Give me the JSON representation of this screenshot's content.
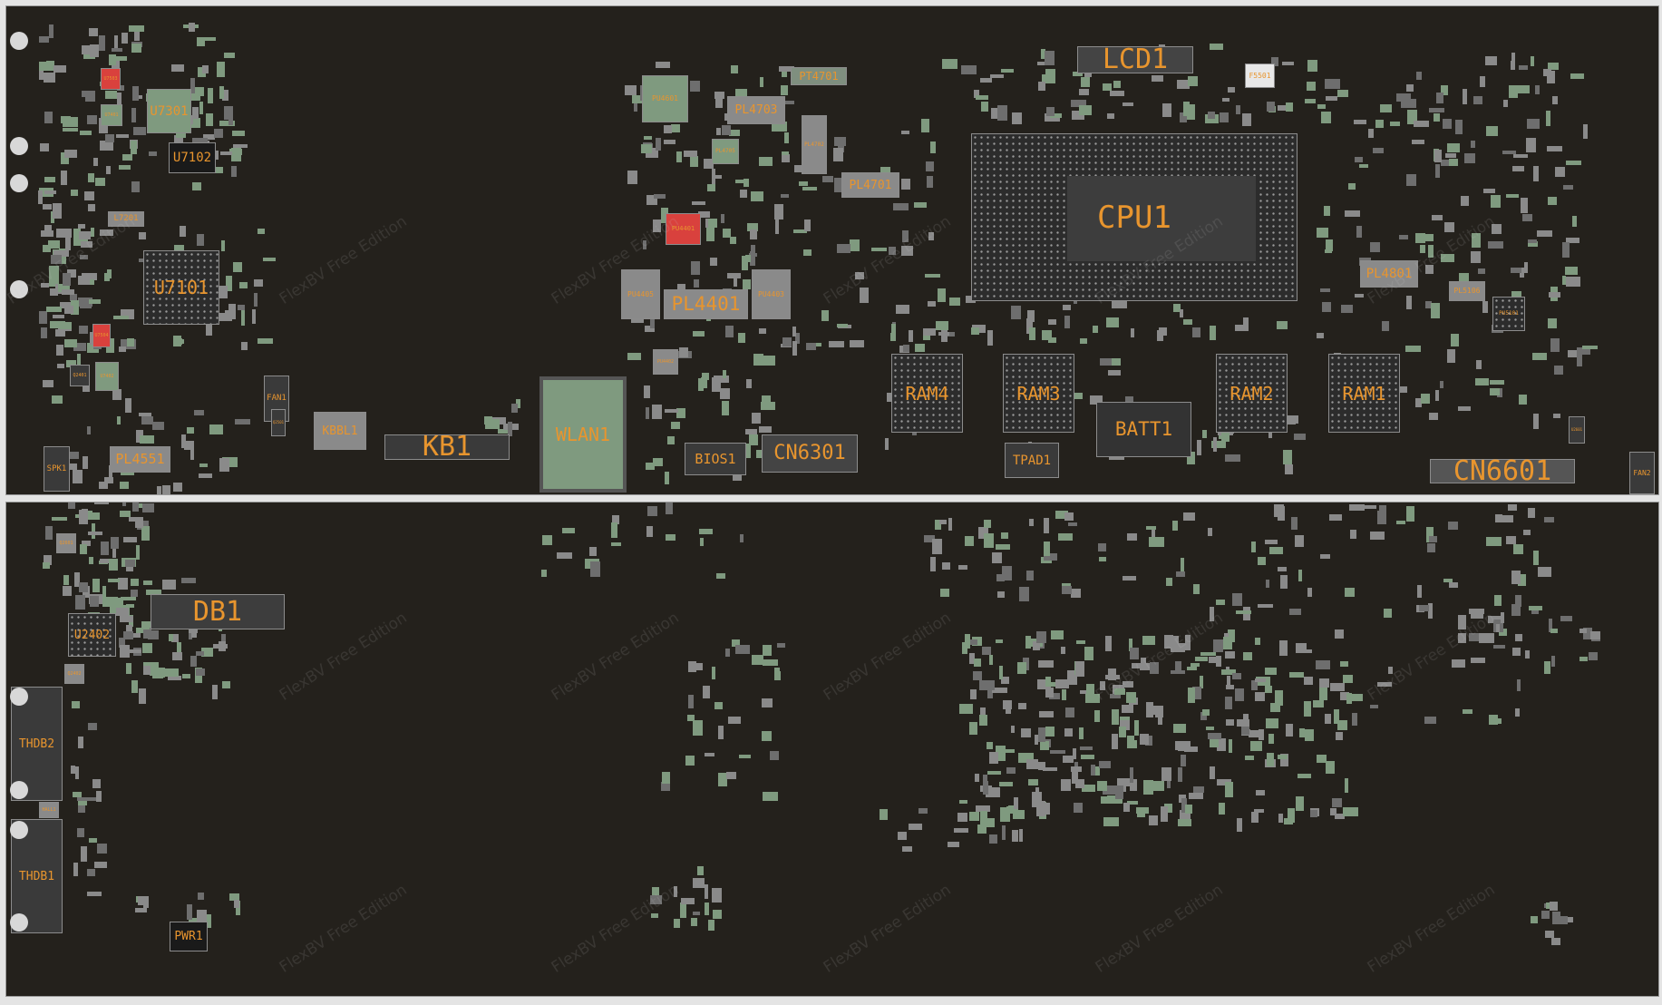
{
  "watermark": "FlexBV Free Edition",
  "colors": {
    "board": "#24211c",
    "label": "#e8952e",
    "pad_gray": "#8a8a8a",
    "pad_green": "#7f9a7f",
    "pin1_red": "#d9413d",
    "background": "#e4e4e4"
  },
  "top_components": {
    "cpu1": "CPU1",
    "lcd1": "LCD1",
    "ram4": "RAM4",
    "ram3": "RAM3",
    "ram2": "RAM2",
    "ram1": "RAM1",
    "batt1": "BATT1",
    "tpad1": "TPAD1",
    "cn6601": "CN6601",
    "cn6301": "CN6301",
    "bios1": "BIOS1",
    "wlan1": "WLAN1",
    "kb1": "KB1",
    "kbbl1": "KBBL1",
    "fan1": "FAN1",
    "fan2": "FAN2",
    "pl4551": "PL4551",
    "spk1": "SPK1",
    "u7101": "U7101",
    "u7301": "U7301",
    "u7102": "U7102",
    "l7201": "L7201",
    "u7503": "U7503",
    "u7401": "U7401",
    "u7504": "U7504",
    "u7402": "U7402",
    "q2401": "Q2401",
    "q2501": "Q2501",
    "pl4401": "PL4401",
    "pl4703": "PL4703",
    "pl4701": "PL4701",
    "pl4702": "PL4702",
    "pt4701": "PT4701",
    "pl4801": "PL4801",
    "pl5106": "PL5106",
    "pu5101": "PU5101",
    "pu4405": "PU4405",
    "pu4403": "PU4403",
    "pu4601": "PU4601",
    "pu4401": "PU4401",
    "pu4402": "PU4402",
    "pl4705": "PL4705",
    "pf5501": "F5501",
    "u2601": "U2601"
  },
  "bottom_components": {
    "db1": "DB1",
    "u2402": "U2402",
    "thdb2": "THDB2",
    "thdb1": "THDB1",
    "pwr1": "PWR1",
    "q2601": "Q2601",
    "q2402": "Q2402",
    "hall1": "HALL1"
  }
}
